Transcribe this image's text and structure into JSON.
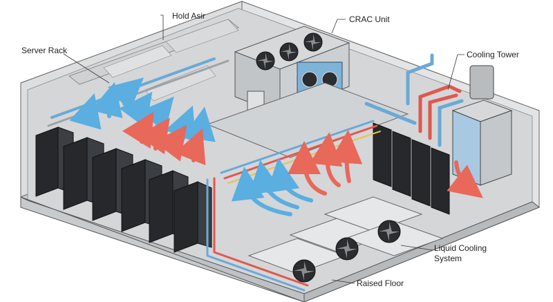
{
  "labels": {
    "server_rack": "Server Rack",
    "hold_asir": "Hold Asir",
    "crac_unit": "CRAC Unit",
    "cooling_tower": "Cooling Tower",
    "liquid_cooling_line1": "Liquid Cooling",
    "liquid_cooling_line2": "System",
    "raised_floor": "Raised Floor"
  },
  "colors": {
    "cold_air": "#5aaee0",
    "hot_air": "#e8685a",
    "wall": "#d9dadb",
    "floor": "#c8cbcd",
    "rack": "#26282b",
    "pipe_blue": "#6aa9d6",
    "pipe_red": "#e2574c"
  },
  "icons": [
    "fan-icon",
    "arrow-icon",
    "rack-icon"
  ]
}
